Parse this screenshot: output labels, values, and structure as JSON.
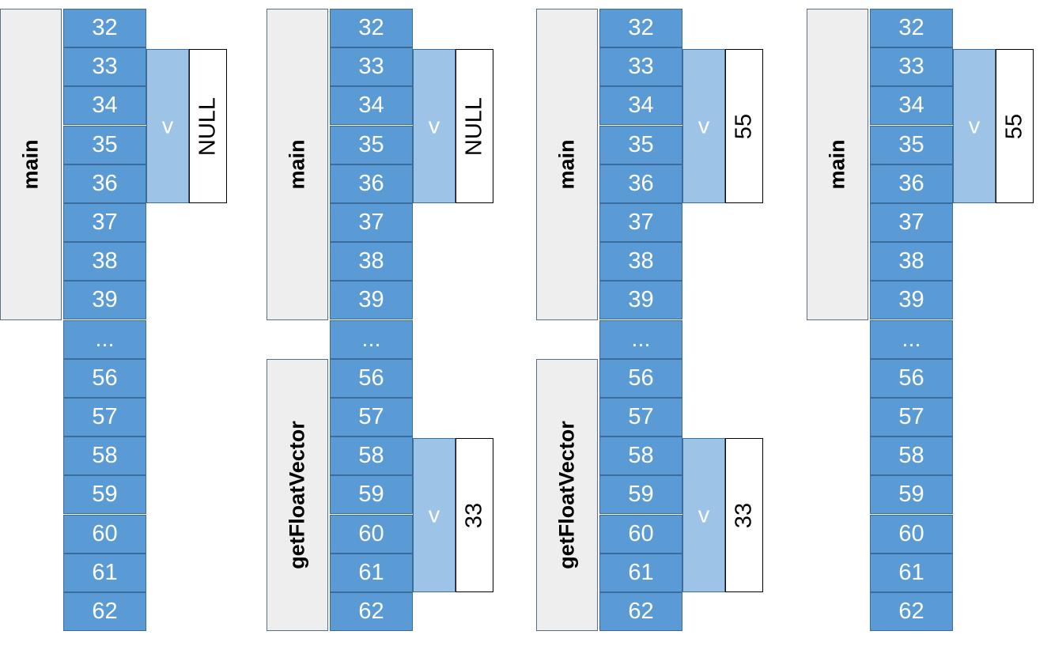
{
  "addresses": [
    "32",
    "33",
    "34",
    "35",
    "36",
    "37",
    "38",
    "39",
    "...",
    "56",
    "57",
    "58",
    "59",
    "60",
    "61",
    "62"
  ],
  "panels": [
    {
      "frames": [
        {
          "label": "main"
        }
      ],
      "variables": [
        {
          "name": "v",
          "value": "NULL"
        }
      ]
    },
    {
      "frames": [
        {
          "label": "main"
        },
        {
          "label": "getFloatVector"
        }
      ],
      "variables": [
        {
          "name": "v",
          "value": "NULL"
        },
        {
          "name": "v",
          "value": "33"
        }
      ]
    },
    {
      "frames": [
        {
          "label": "main"
        },
        {
          "label": "getFloatVector"
        }
      ],
      "variables": [
        {
          "name": "v",
          "value": "55"
        },
        {
          "name": "v",
          "value": "33"
        }
      ]
    },
    {
      "frames": [
        {
          "label": "main"
        }
      ],
      "variables": [
        {
          "name": "v",
          "value": "55"
        }
      ]
    }
  ],
  "colors": {
    "cell": "#5b9bd5",
    "variable": "#9dc3e6",
    "frame": "#eeeeee",
    "value_box": "#ffffff"
  }
}
